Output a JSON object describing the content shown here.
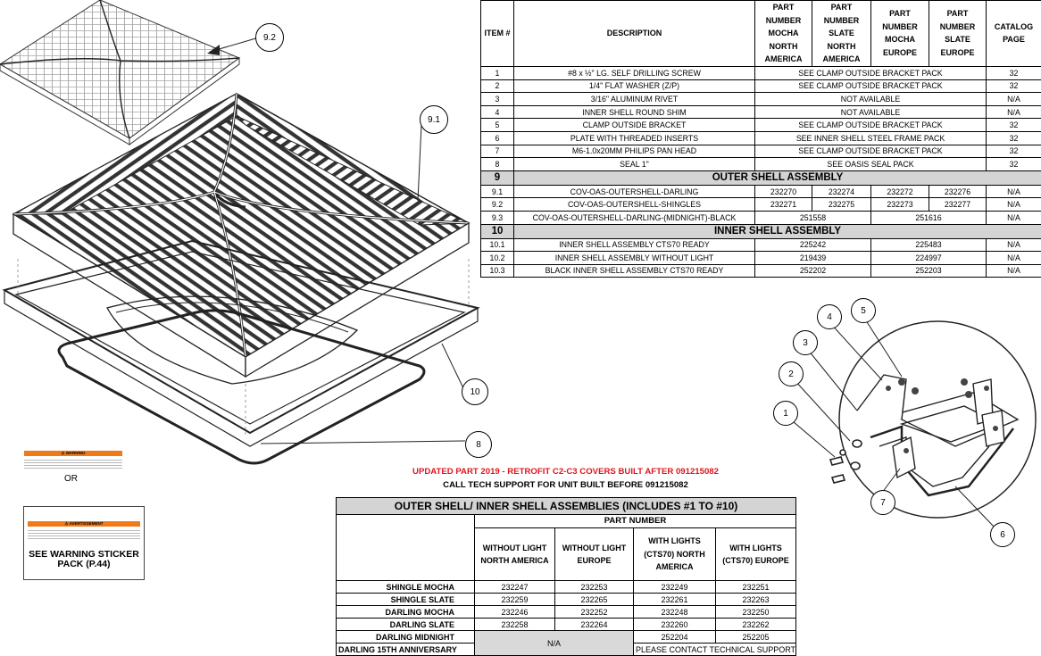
{
  "callouts": {
    "c92": "9.2",
    "c91": "9.1",
    "c10": "10",
    "c8": "8",
    "c1": "1",
    "c2": "2",
    "c3": "3",
    "c4": "4",
    "c5": "5",
    "c6": "6",
    "c7": "7"
  },
  "warning": {
    "label_top": "⚠ WARNING",
    "or_text": "OR",
    "label_bottom": "⚠ AVERTISSEMENT",
    "see_line1": "SEE WARNING STICKER",
    "see_line2": "PACK (P.44)"
  },
  "parts_table": {
    "headers": {
      "item": "ITEM #",
      "description": "DESCRIPTION",
      "mocha_na": "PART NUMBER MOCHA NORTH AMERICA",
      "slate_na": "PART NUMBER SLATE NORTH AMERICA",
      "mocha_eu": "PART NUMBER MOCHA EUROPE",
      "slate_eu": "PART NUMBER SLATE EUROPE",
      "catalog": "CATALOG PAGE"
    },
    "basic_rows": [
      {
        "item": "1",
        "desc": "#8 x ½\" LG. SELF DRILLING SCREW",
        "pn": "SEE CLAMP OUTSIDE BRACKET PACK",
        "page": "32"
      },
      {
        "item": "2",
        "desc": "1/4\" FLAT WASHER (Z/P)",
        "pn": "SEE CLAMP OUTSIDE BRACKET PACK",
        "page": "32"
      },
      {
        "item": "3",
        "desc": "3/16\" ALUMINUM RIVET",
        "pn": "NOT AVAILABLE",
        "page": "N/A"
      },
      {
        "item": "4",
        "desc": "INNER SHELL ROUND SHIM",
        "pn": "NOT AVAILABLE",
        "page": "N/A"
      },
      {
        "item": "5",
        "desc": "CLAMP OUTSIDE BRACKET",
        "pn": "SEE CLAMP OUTSIDE BRACKET PACK",
        "page": "32"
      },
      {
        "item": "6",
        "desc": "PLATE WITH THREADED INSERTS",
        "pn": "SEE INNER SHELL STEEL FRAME PACK",
        "page": "32"
      },
      {
        "item": "7",
        "desc": "M6-1.0x20MM PHILIPS PAN HEAD",
        "pn": "SEE CLAMP OUTSIDE BRACKET PACK",
        "page": "32"
      },
      {
        "item": "8",
        "desc": "SEAL 1\"",
        "pn": "SEE OASIS SEAL PACK",
        "page": "32"
      }
    ],
    "section9": {
      "item": "9",
      "title": "OUTER SHELL ASSEMBLY"
    },
    "row91": {
      "item": "9.1",
      "desc": "COV-OAS-OUTERSHELL-DARLING",
      "a": "232270",
      "b": "232274",
      "c": "232272",
      "d": "232276",
      "page": "N/A"
    },
    "row92": {
      "item": "9.2",
      "desc": "COV-OAS-OUTERSHELL-SHINGLES",
      "a": "232271",
      "b": "232275",
      "c": "232273",
      "d": "232277",
      "page": "N/A"
    },
    "row93": {
      "item": "9.3",
      "desc": "COV-OAS-OUTERSHELL-DARLING-(MIDNIGHT)-BLACK",
      "na": "251558",
      "eu": "251616",
      "page": "N/A"
    },
    "section10": {
      "item": "10",
      "title": "INNER SHELL ASSEMBLY"
    },
    "row101": {
      "item": "10.1",
      "desc": "INNER SHELL ASSEMBLY CTS70 READY",
      "na": "225242",
      "eu": "225483",
      "page": "N/A"
    },
    "row102": {
      "item": "10.2",
      "desc": "INNER SHELL ASSEMBLY WITHOUT LIGHT",
      "na": "219439",
      "eu": "224997",
      "page": "N/A"
    },
    "row103": {
      "item": "10.3",
      "desc": "BLACK INNER SHELL ASSEMBLY CTS70 READY",
      "na": "252202",
      "eu": "252203",
      "page": "N/A"
    }
  },
  "notes": {
    "updated": "UPDATED PART 2019 - RETROFIT C2-C3 COVERS BUILT AFTER 091215082",
    "call": "CALL TECH SUPPORT FOR UNIT BUILT BEFORE 091215082"
  },
  "assemblies_table": {
    "title": "OUTER SHELL/ INNER SHELL ASSEMBLIES (INCLUDES #1 TO #10)",
    "part_number": "PART NUMBER",
    "col1": "WITHOUT LIGHT NORTH AMERICA",
    "col2": "WITHOUT LIGHT EUROPE",
    "col3": "WITH LIGHTS (CTS70) NORTH AMERICA",
    "col4": "WITH LIGHTS (CTS70) EUROPE",
    "rows": [
      {
        "label": "SHINGLE MOCHA",
        "a": "232247",
        "b": "232253",
        "c": "232249",
        "d": "232251"
      },
      {
        "label": "SHINGLE SLATE",
        "a": "232259",
        "b": "232265",
        "c": "232261",
        "d": "232263"
      },
      {
        "label": "DARLING MOCHA",
        "a": "232246",
        "b": "232252",
        "c": "232248",
        "d": "232250"
      },
      {
        "label": "DARLING SLATE",
        "a": "232258",
        "b": "232264",
        "c": "232260",
        "d": "232262"
      }
    ],
    "midnight": {
      "label": "DARLING MIDNIGHT",
      "na_text": "N/A",
      "c": "252204",
      "d": "252205"
    },
    "anniversary": {
      "label": "DARLING 15TH ANNIVERSARY",
      "contact": "PLEASE CONTACT TECHNICAL SUPPORT"
    }
  }
}
